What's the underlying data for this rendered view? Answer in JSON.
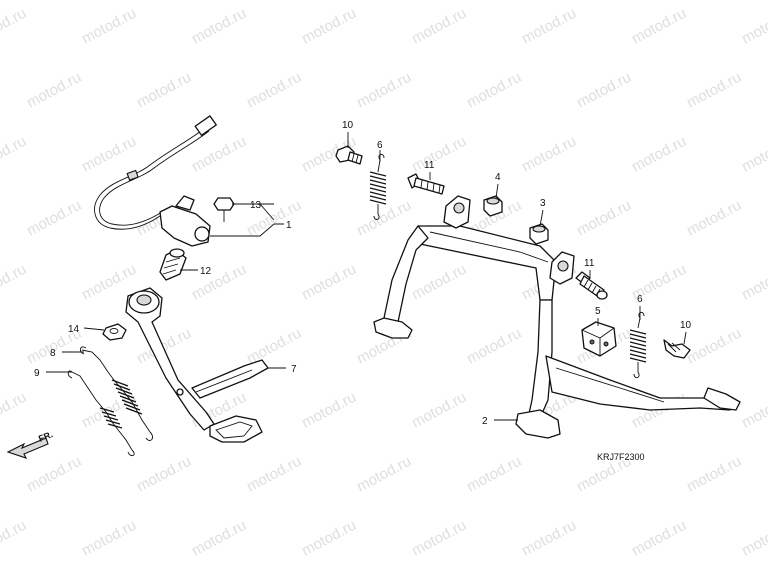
{
  "watermark": "motod.ru",
  "diagram_code": "KRJ7F2300",
  "direction_label": "FR.",
  "labels": {
    "l1": "1",
    "l2": "2",
    "l3": "3",
    "l4": "4",
    "l5": "5",
    "l6a": "6",
    "l6b": "6",
    "l7": "7",
    "l8": "8",
    "l9": "9",
    "l10a": "10",
    "l10b": "10",
    "l11a": "11",
    "l11b": "11",
    "l12": "12",
    "l13": "13",
    "l14": "14"
  },
  "colors": {
    "ink": "#111111",
    "watermark": "#dedede",
    "background": "#ffffff"
  }
}
